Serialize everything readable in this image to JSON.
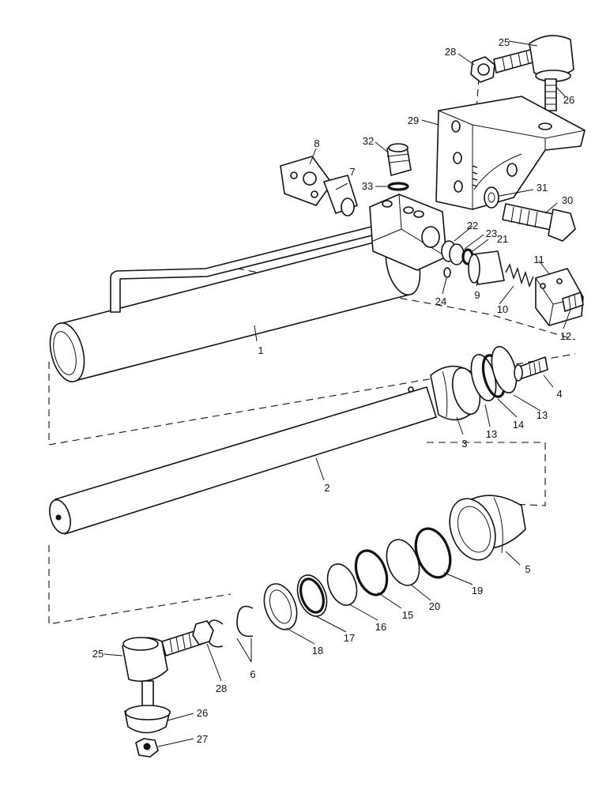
{
  "diagram": {
    "callouts": [
      {
        "id": "c1",
        "text": "1"
      },
      {
        "id": "c2",
        "text": "2"
      },
      {
        "id": "c3",
        "text": "3"
      },
      {
        "id": "c4",
        "text": "4"
      },
      {
        "id": "c5",
        "text": "5"
      },
      {
        "id": "c6",
        "text": "6"
      },
      {
        "id": "c7",
        "text": "7"
      },
      {
        "id": "c8",
        "text": "8"
      },
      {
        "id": "c9",
        "text": "9"
      },
      {
        "id": "c10",
        "text": "10"
      },
      {
        "id": "c11",
        "text": "11"
      },
      {
        "id": "c12",
        "text": "12"
      },
      {
        "id": "c13a",
        "text": "13"
      },
      {
        "id": "c13b",
        "text": "13"
      },
      {
        "id": "c14",
        "text": "14"
      },
      {
        "id": "c15",
        "text": "15"
      },
      {
        "id": "c16",
        "text": "16"
      },
      {
        "id": "c17",
        "text": "17"
      },
      {
        "id": "c18",
        "text": "18"
      },
      {
        "id": "c19",
        "text": "19"
      },
      {
        "id": "c20",
        "text": "20"
      },
      {
        "id": "c21",
        "text": "21"
      },
      {
        "id": "c22",
        "text": "22"
      },
      {
        "id": "c23",
        "text": "23"
      },
      {
        "id": "c24",
        "text": "24"
      },
      {
        "id": "c25a",
        "text": "25"
      },
      {
        "id": "c25b",
        "text": "25"
      },
      {
        "id": "c26a",
        "text": "26"
      },
      {
        "id": "c26b",
        "text": "26"
      },
      {
        "id": "c27",
        "text": "27"
      },
      {
        "id": "c28a",
        "text": "28"
      },
      {
        "id": "c28b",
        "text": "28"
      },
      {
        "id": "c29",
        "text": "29"
      },
      {
        "id": "c30",
        "text": "30"
      },
      {
        "id": "c31",
        "text": "31"
      },
      {
        "id": "c32",
        "text": "32"
      },
      {
        "id": "c33",
        "text": "33"
      }
    ]
  }
}
